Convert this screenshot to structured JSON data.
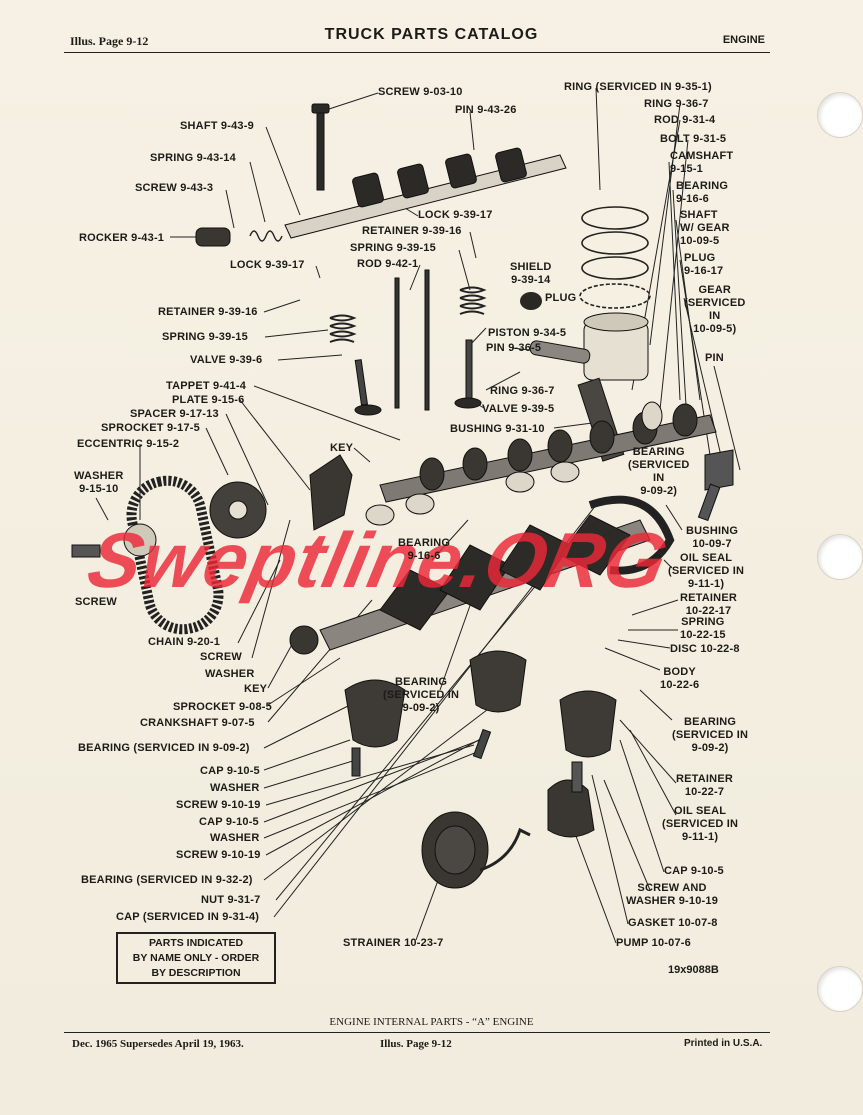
{
  "header": {
    "left": "Illus. Page 9-12",
    "title": "TRUCK PARTS CATALOG",
    "right": "ENGINE"
  },
  "labels": {
    "screw_9_03_10": "SCREW 9-03-10",
    "pin_9_43_26": "PIN 9-43-26",
    "shaft_9_43_9": "SHAFT 9-43-9",
    "spring_9_43_14": "SPRING 9-43-14",
    "screw_9_43_3": "SCREW 9-43-3",
    "rocker_9_43_1": "ROCKER 9-43-1",
    "lock_9_39_17_a": "LOCK 9-39-17",
    "retainer_9_39_16_a": "RETAINER 9-39-16",
    "spring_9_39_15_a": "SPRING 9-39-15",
    "rod_9_42_1": "ROD 9-42-1",
    "lock_9_39_17_b": "LOCK 9-39-17",
    "shield": "SHIELD\n9-39-14",
    "plug_a": "PLUG",
    "retainer_9_39_16_b": "RETAINER 9-39-16",
    "spring_9_39_15_b": "SPRING 9-39-15",
    "valve_9_39_6": "VALVE 9-39-6",
    "piston": "PISTON 9-34-5",
    "pin_9_36_5": "PIN 9-36-5",
    "tappet": "TAPPET 9-41-4",
    "plate": "PLATE 9-15-6",
    "spacer": "SPACER 9-17-13",
    "sprocket_9_17_5": "SPROCKET 9-17-5",
    "eccentric": "ECCENTRIC 9-15-2",
    "ring_9_36_7_b": "RING 9-36-7",
    "valve_9_39_5": "VALVE 9-39-5",
    "bushing_9_31_10": "BUSHING 9-31-10",
    "key_a": "KEY",
    "washer_9_15_10": "WASHER\n9-15-10",
    "screw_a": "SCREW",
    "chain": "CHAIN 9-20-1",
    "screw_b": "SCREW",
    "washer_b": "WASHER",
    "key_b": "KEY",
    "sprocket_9_08_5": "SPROCKET 9-08-5",
    "crankshaft": "CRANKSHAFT 9-07-5",
    "bearing_9_09_2_left": "BEARING (SERVICED IN 9-09-2)",
    "cap_9_10_5_a": "CAP 9-10-5",
    "washer_c": "WASHER",
    "screw_9_10_19_a": "SCREW 9-10-19",
    "cap_9_10_5_b": "CAP 9-10-5",
    "washer_d": "WASHER",
    "screw_9_10_19_b": "SCREW 9-10-19",
    "bearing_9_32_2": "BEARING (SERVICED IN 9-32-2)",
    "nut": "NUT 9-31-7",
    "cap_9_31_4": "CAP (SERVICED IN 9-31-4)",
    "bearing_9_16_6_mid": "BEARING\n9-16-6",
    "bearing_center": "BEARING\n(SERVICED IN\n9-09-2)",
    "strainer": "STRAINER 10-23-7",
    "ring_9_35_1": "RING (SERVICED IN 9-35-1)",
    "ring_9_36_7_a": "RING 9-36-7",
    "rod_9_31_4": "ROD 9-31-4",
    "bolt": "BOLT 9-31-5",
    "camshaft": "CAMSHAFT\n9-15-1",
    "bearing_9_16_6_right": "BEARING\n9-16-6",
    "shaft_gear": "SHAFT\nW/ GEAR\n10-09-5",
    "plug_b": "PLUG\n9-16-17",
    "gear": "GEAR\n(SERVICED\nIN\n10-09-5)",
    "pin_right": "PIN",
    "bearing_serviced_right": "BEARING\n(SERVICED\nIN\n9-09-2)",
    "bushing_10_09_7": "BUSHING\n10-09-7",
    "oil_seal_a": "OIL SEAL\n(SERVICED IN\n9-11-1)",
    "retainer_10_22_17": "RETAINER\n10-22-17",
    "spring_10_22_15": "SPRING\n10-22-15",
    "disc": "DISC 10-22-8",
    "body": "BODY\n10-22-6",
    "bearing_lower_right": "BEARING\n(SERVICED IN\n9-09-2)",
    "retainer_10_22_7": "RETAINER\n10-22-7",
    "oil_seal_b": "OIL SEAL\n(SERVICED IN\n9-11-1)",
    "cap_9_10_5_c": "CAP 9-10-5",
    "screw_washer": "SCREW AND\nWASHER 9-10-19",
    "gasket": "GASKET 10-07-8",
    "pump": "PUMP 10-07-6"
  },
  "note_box": [
    "PARTS INDICATED",
    "BY NAME ONLY - ORDER",
    "BY DESCRIPTION"
  ],
  "figure_id": "19x9088B",
  "watermark": "Sweptline.ORG",
  "caption": "ENGINE INTERNAL PARTS - “A” ENGINE",
  "footer": {
    "left": "Dec. 1965 Supersedes April 19, 1963.",
    "center": "Illus. Page 9-12",
    "right": "Printed in U.S.A."
  },
  "colors": {
    "paper": "#f4efe2",
    "ink": "#1d1b18",
    "watermark": "#ec2837"
  }
}
